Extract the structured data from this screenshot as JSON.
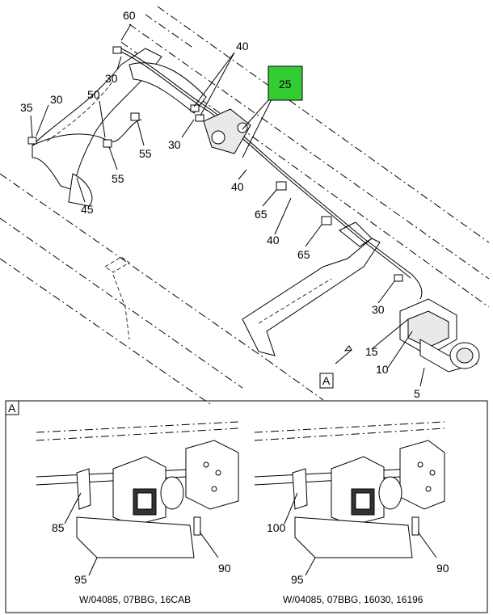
{
  "callouts": {
    "c60": "60",
    "c30_top": "30",
    "c35": "35",
    "c30_left": "30",
    "c50": "50",
    "c40_top": "40",
    "c25": "25",
    "c30_mid": "30",
    "c55_a": "55",
    "c55_b": "55",
    "c45": "45",
    "c40_mid": "40",
    "c65_a": "65",
    "c40_low": "40",
    "c65_b": "65",
    "c30_right": "30",
    "c15": "15",
    "c10": "10",
    "c5": "5",
    "view_ref": "A"
  },
  "detail": {
    "tag": "A",
    "left": {
      "callouts": {
        "c85": "85",
        "c95": "95",
        "c90": "90"
      },
      "caption": "W/04085, 07BBG, 16CAB"
    },
    "right": {
      "callouts": {
        "c100": "100",
        "c95": "95",
        "c90": "90"
      },
      "caption": "W/04085, 07BBG, 16030, 16196"
    }
  },
  "colors": {
    "highlight": "#33cc33",
    "line": "#000000",
    "background": "#ffffff"
  }
}
